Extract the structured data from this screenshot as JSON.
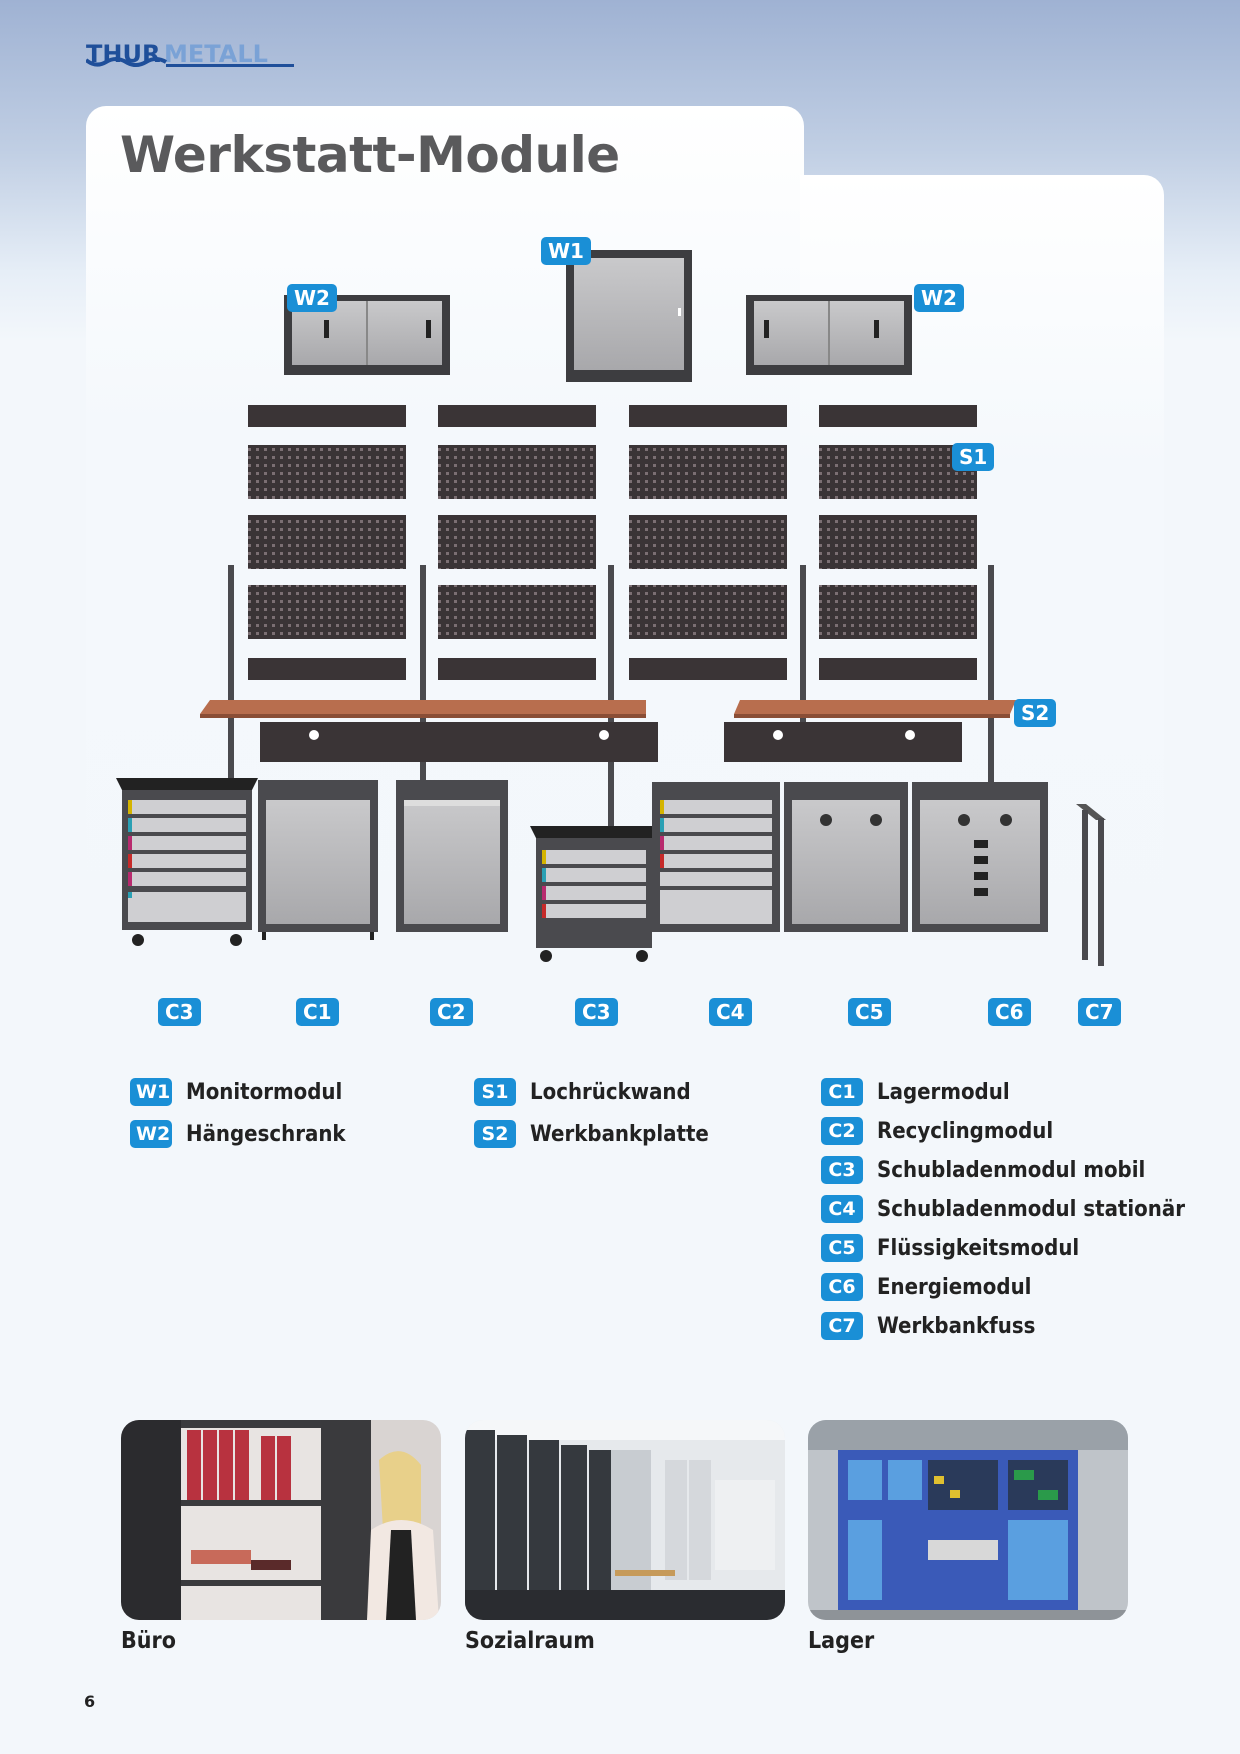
{
  "brand": {
    "part1": "THUR",
    "part2": "METALL"
  },
  "title": "Werkstatt-Module",
  "diagram_badges": {
    "w1": "W1",
    "w2_left": "W2",
    "w2_right": "W2",
    "s1": "S1",
    "s2": "S2",
    "bottom": [
      "C3",
      "C1",
      "C2",
      "C3",
      "C4",
      "C5",
      "C6",
      "C7"
    ]
  },
  "legend": {
    "col1": [
      {
        "code": "W1",
        "label": "Monitormodul"
      },
      {
        "code": "W2",
        "label": "Hängeschrank"
      }
    ],
    "col2": [
      {
        "code": "S1",
        "label": "Lochrückwand"
      },
      {
        "code": "S2",
        "label": "Werkbankplatte"
      }
    ],
    "col3": [
      {
        "code": "C1",
        "label": "Lagermodul"
      },
      {
        "code": "C2",
        "label": "Recyclingmodul"
      },
      {
        "code": "C3",
        "label": "Schubladenmodul mobil"
      },
      {
        "code": "C4",
        "label": "Schubladenmodul stationär"
      },
      {
        "code": "C5",
        "label": "Flüssigkeitsmodul"
      },
      {
        "code": "C6",
        "label": "Energiemodul"
      },
      {
        "code": "C7",
        "label": "Werkbankfuss"
      }
    ]
  },
  "photos": [
    {
      "caption": "Büro"
    },
    {
      "caption": "Sozialraum"
    },
    {
      "caption": "Lager"
    }
  ],
  "page_number": "6",
  "colors": {
    "badge": "#1a8fd6",
    "title": "#5a5a5c",
    "logo_dark": "#1f4f9a",
    "logo_light": "#7aa2d6"
  }
}
